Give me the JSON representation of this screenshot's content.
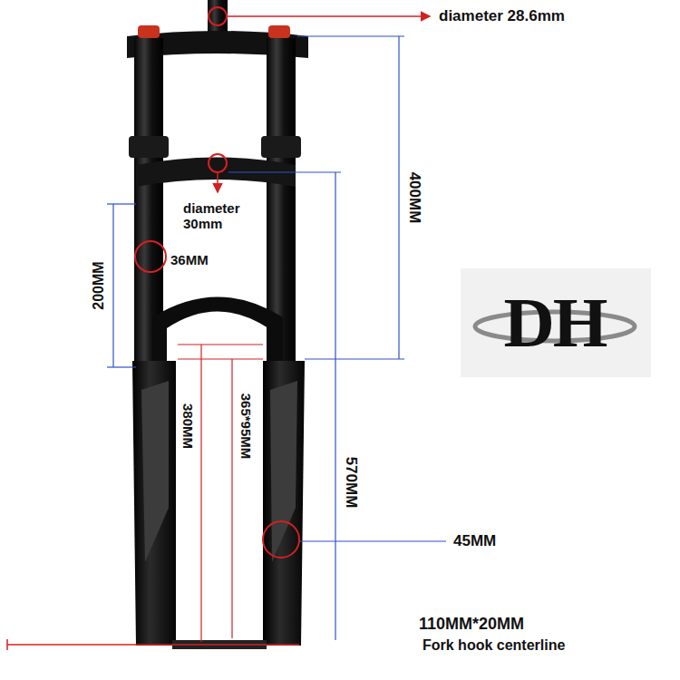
{
  "diagram": {
    "labels": [
      "diameter 28.6mm",
      "400MM",
      "diameter 30mm",
      "36MM",
      "200MM",
      "380MM",
      "365*95MM",
      "570MM",
      "45MM",
      "110MM*20MM",
      "Fork hook centerline",
      "DH"
    ]
  }
}
